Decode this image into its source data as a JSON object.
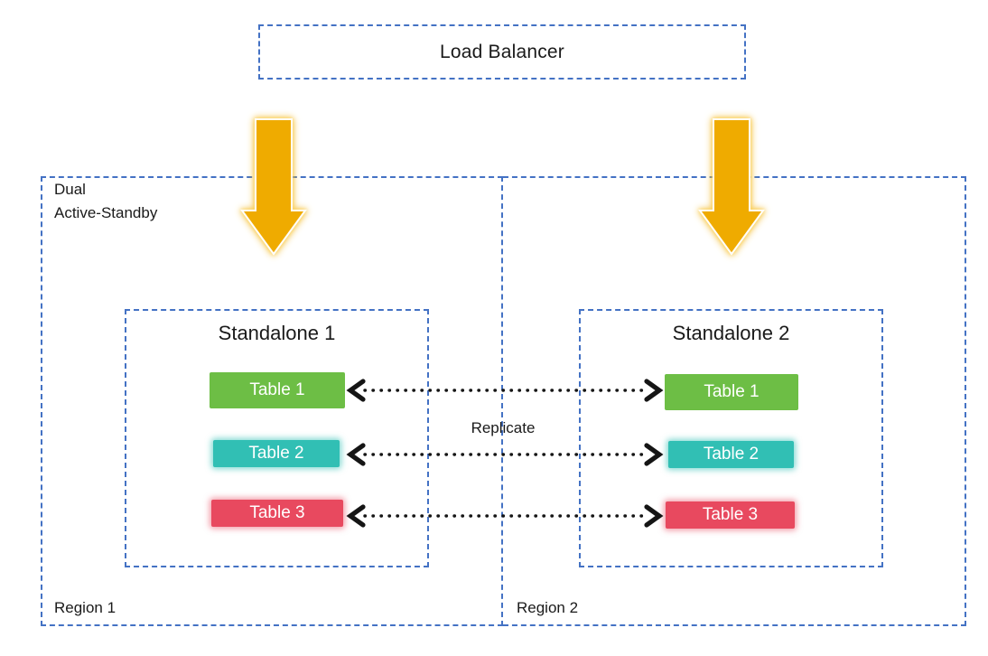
{
  "colors": {
    "border_blue": "#4472C4",
    "arrow_gold": "#EFAB00",
    "arrow_black": "#151515",
    "table_green": "#6DBE45",
    "table_teal": "#31BFB4",
    "table_red": "#E8495F"
  },
  "load_balancer": {
    "label": "Load Balancer"
  },
  "replicate": {
    "label": "Replicate"
  },
  "region1": {
    "tag": "Dual\nActive-Standby",
    "name": "Region 1",
    "standalone": {
      "title": "Standalone 1",
      "tables": [
        {
          "label": "Table 1",
          "color": "#6DBE45"
        },
        {
          "label": "Table 2",
          "color": "#31BFB4"
        },
        {
          "label": "Table 3",
          "color": "#E8495F"
        }
      ]
    }
  },
  "region2": {
    "name": "Region 2",
    "standalone": {
      "title": "Standalone 2",
      "tables": [
        {
          "label": "Table 1",
          "color": "#6DBE45"
        },
        {
          "label": "Table 2",
          "color": "#31BFB4"
        },
        {
          "label": "Table 3",
          "color": "#E8495F"
        }
      ]
    }
  }
}
